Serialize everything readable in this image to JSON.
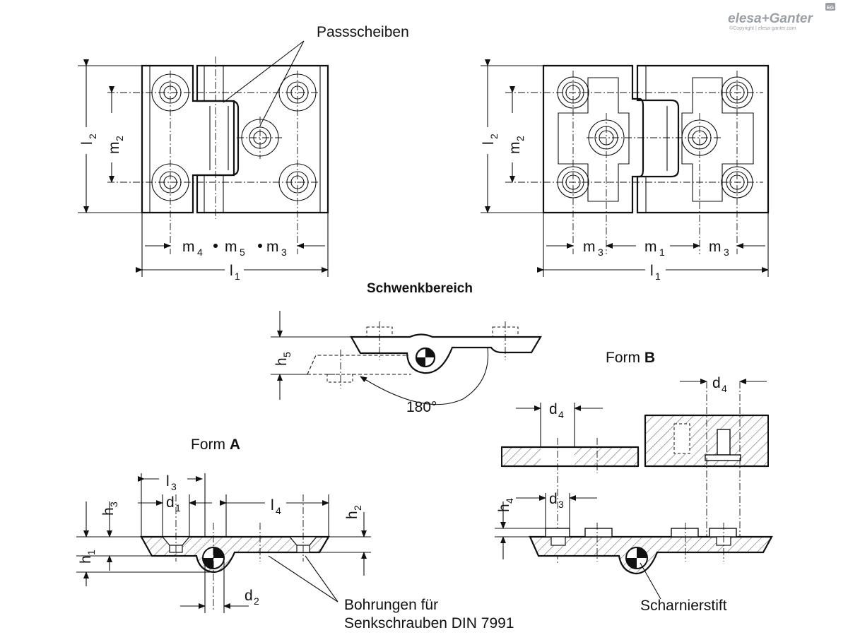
{
  "labels": {
    "passscheiben": "Passscheiben",
    "schwenkbereich": "Schwenkbereich",
    "form_a_prefix": "Form ",
    "form_a_letter": "A",
    "form_b_prefix": "Form ",
    "form_b_letter": "B",
    "angle": "180°",
    "bohrungen_line1": "Bohrungen für",
    "bohrungen_line2": "Senkschrauben DIN 7991",
    "scharnierstift": "Scharnierstift"
  },
  "dims": {
    "l": "l",
    "m": "m",
    "h": "h",
    "d": "d",
    "s1": "1",
    "s2": "2",
    "s3": "3",
    "s4": "4",
    "s5": "5"
  },
  "brand": {
    "name": "elesa+Ganter",
    "copyright": "©Copyright | elesa-ganter.com",
    "badge": "EG"
  }
}
